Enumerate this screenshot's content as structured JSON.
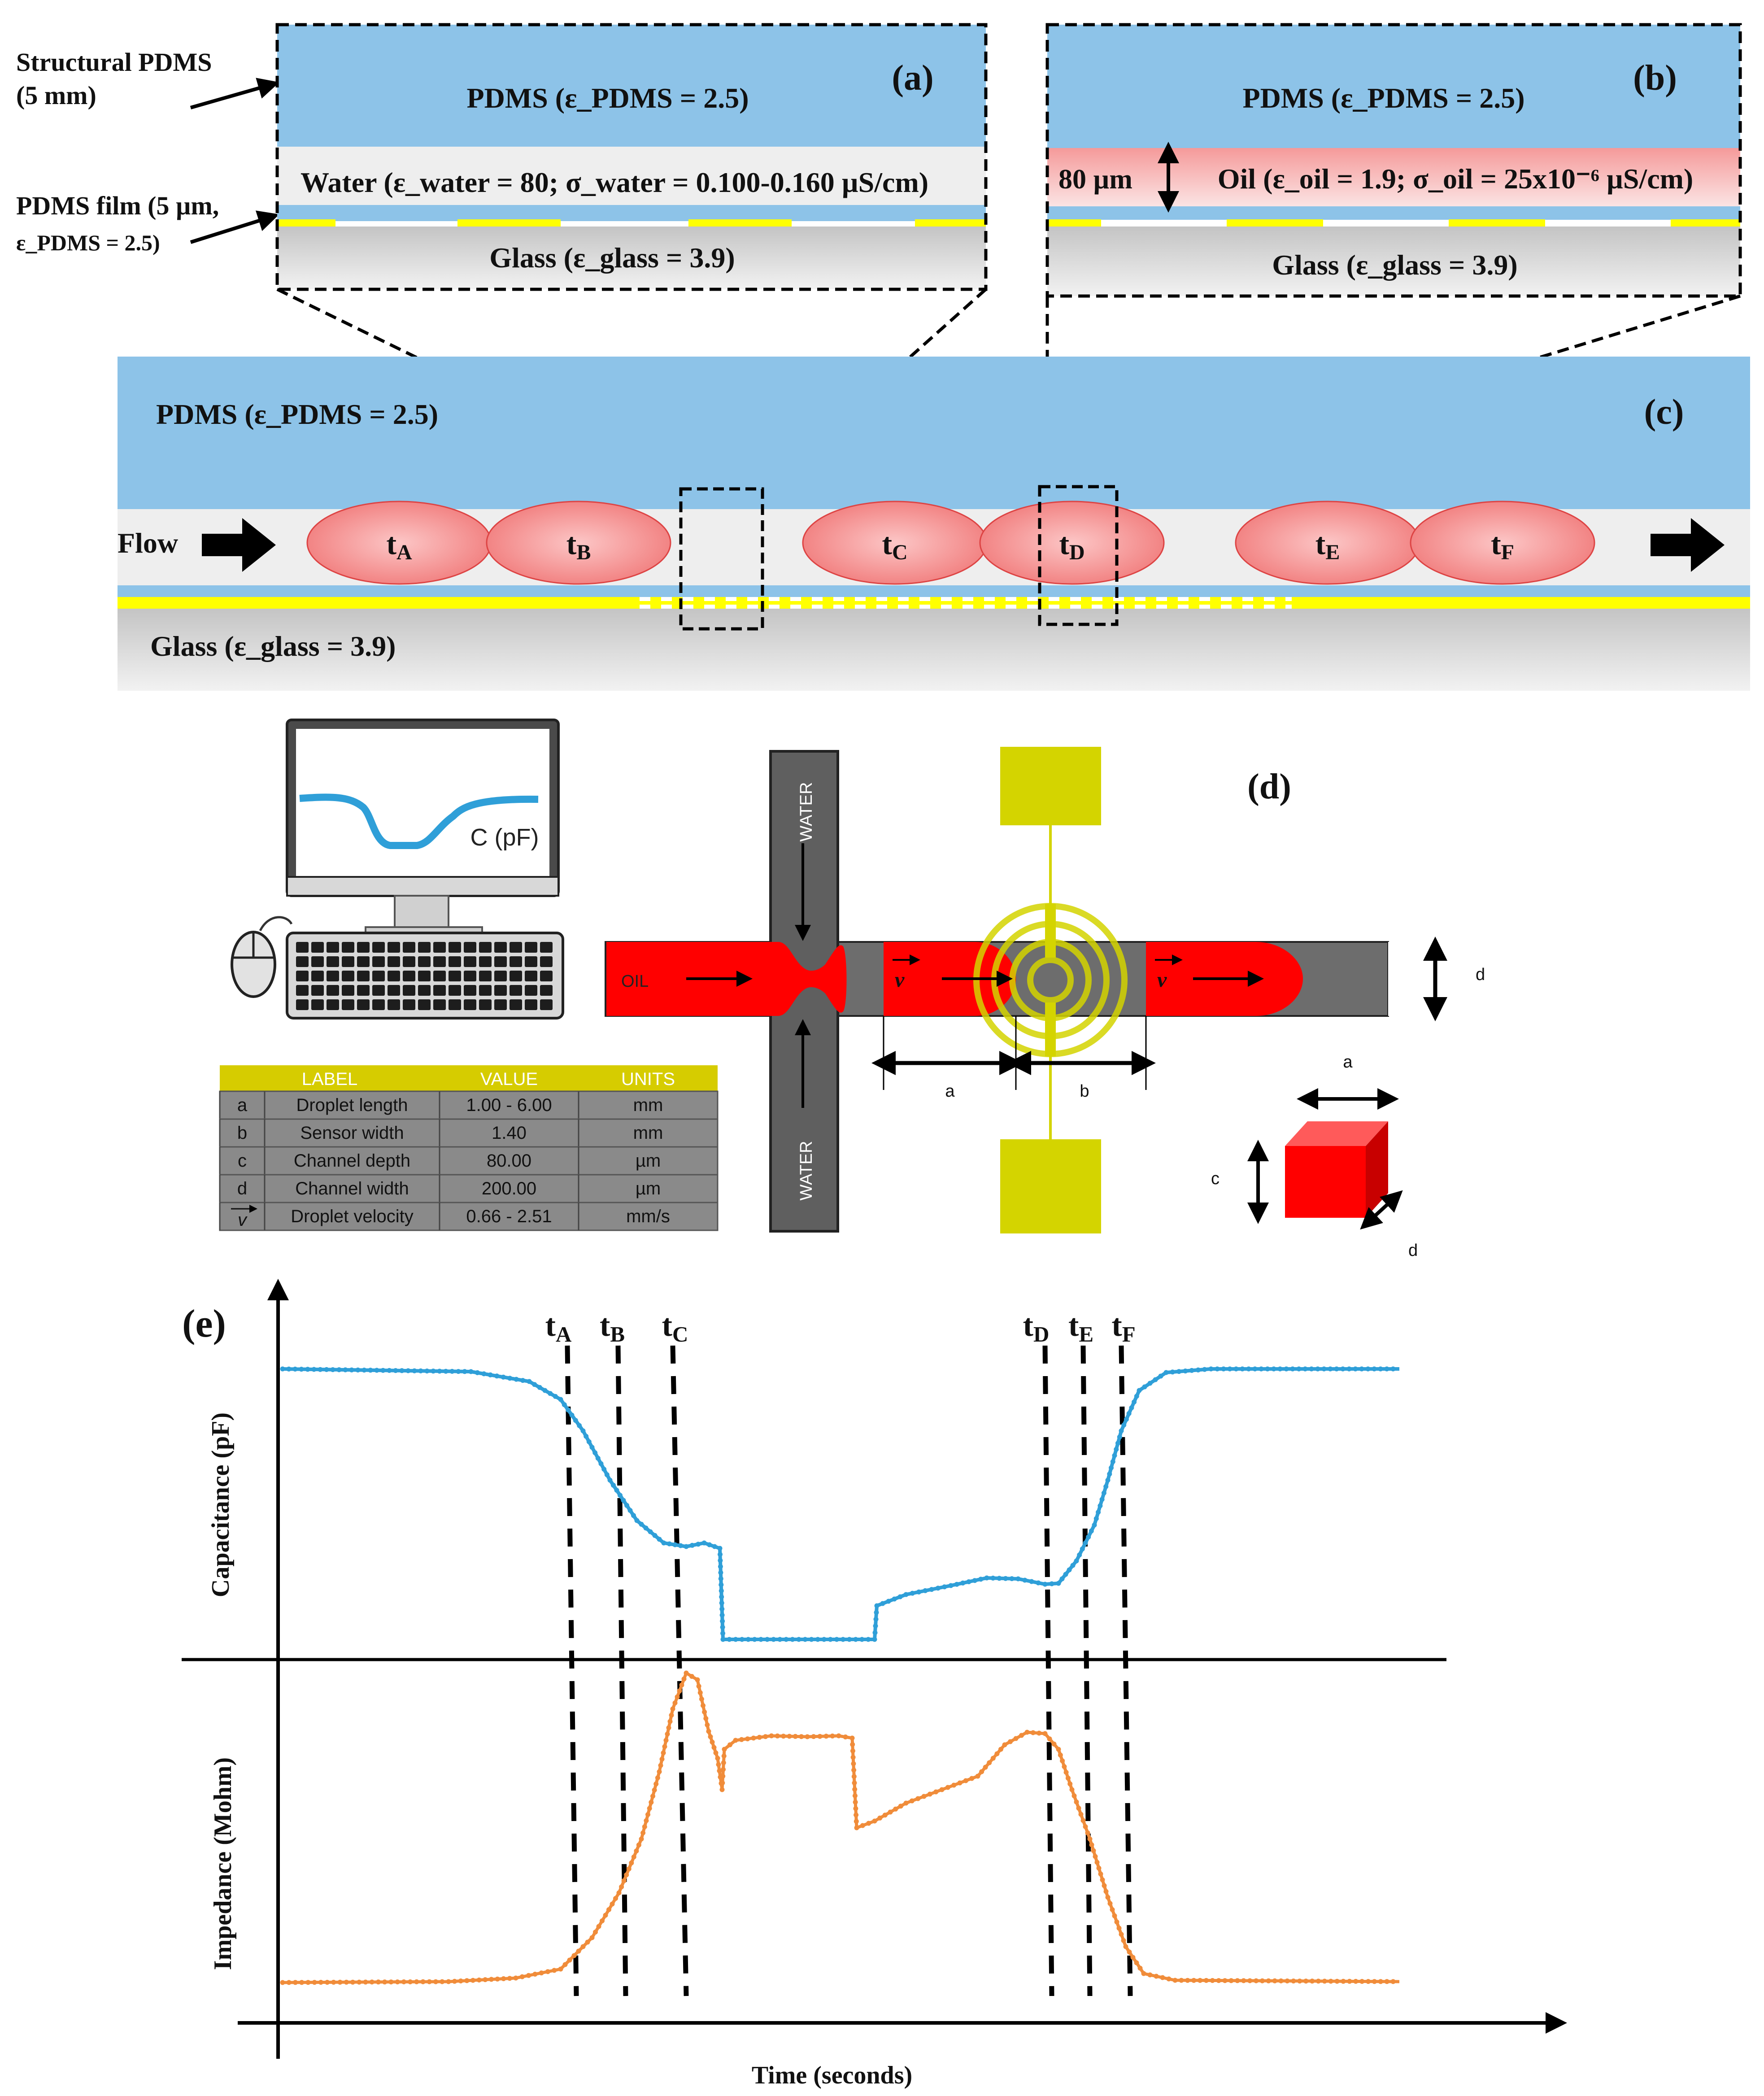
{
  "annotations": {
    "structural_pdms": [
      "Structural PDMS",
      "(5 mm)"
    ],
    "pdms_film": [
      "PDMS film (5 µm,",
      "ε_PDMS = 2.5)"
    ]
  },
  "panel_a": {
    "tag": "(a)",
    "pdms": "PDMS (ε_PDMS = 2.5)",
    "water": "Water (ε_water = 80; σ_water = 0.100-0.160 µS/cm)",
    "glass": "Glass (ε_glass = 3.9)"
  },
  "panel_b": {
    "tag": "(b)",
    "pdms": "PDMS (ε_PDMS = 2.5)",
    "thickness": "80 µm",
    "oil": "Oil (ε_oil = 1.9; σ_oil = 25x10⁻⁶ µS/cm)",
    "glass": "Glass (ε_glass = 3.9)"
  },
  "panel_c": {
    "tag": "(c)",
    "pdms": "PDMS (ε_PDMS = 2.5)",
    "flow": "Flow",
    "glass": "Glass (ε_glass = 3.9)",
    "droplets": [
      "tA",
      "tB",
      "tC",
      "tD",
      "tE",
      "tF"
    ]
  },
  "panel_d": {
    "tag": "(d)",
    "monitor_label": "C (pF)",
    "oil": "OIL",
    "water": "WATER",
    "dim_a": "a",
    "dim_b": "b",
    "dim_c": "c",
    "dim_d": "d",
    "velocity": "v",
    "table": {
      "headers": [
        "LABEL",
        "VALUE",
        "UNITS"
      ],
      "rows": [
        [
          "a",
          "Droplet length",
          "1.00 - 6.00",
          "mm"
        ],
        [
          "b",
          "Sensor  width",
          "1.40",
          "mm"
        ],
        [
          "c",
          "Channel depth",
          "80.00",
          "µm"
        ],
        [
          "d",
          "Channel width",
          "200.00",
          "µm"
        ],
        [
          "v",
          "Droplet velocity",
          "0.66 - 2.51",
          "mm/s"
        ]
      ]
    }
  },
  "panel_e": {
    "tag": "(e)",
    "ylabel_top": "Capacitance (pF)",
    "ylabel_bottom": "Impedance  (Mohm)",
    "xlabel": "Time (seconds)",
    "markers": [
      "tA",
      "tB",
      "tC",
      "tD",
      "tE",
      "tF"
    ]
  },
  "colors": {
    "pdms": "#8dc3e8",
    "water": "#eeeeee",
    "glass": "#d8d8d8",
    "electrode": "#ffff00",
    "droplet": "#f78a8a",
    "capacitance": "#2f9fd8",
    "impedance": "#f08c3a",
    "table_header": "#d6cc00",
    "table_body": "#8a8a8a"
  }
}
